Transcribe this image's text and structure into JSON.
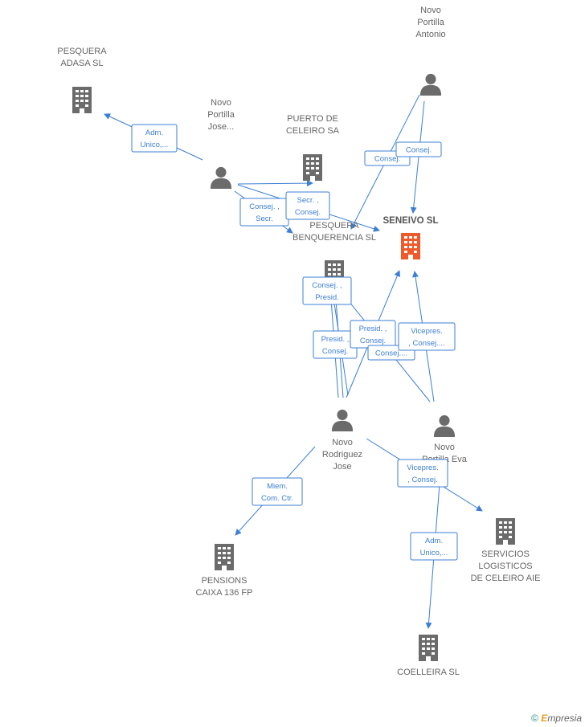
{
  "colors": {
    "edge": "#3b7fd4",
    "company": "#6b6b6b",
    "company_main": "#f0592a",
    "person": "#6b6b6b",
    "label": "#666666"
  },
  "nodes": [
    {
      "id": "seneivo",
      "type": "company",
      "main": true,
      "label": [
        "SENEIVO SL"
      ]
    },
    {
      "id": "adasa",
      "type": "company",
      "label": [
        "PESQUERA",
        "ADASA  SL"
      ]
    },
    {
      "id": "celeiro",
      "type": "company",
      "label": [
        "PUERTO DE",
        "CELEIRO SA"
      ]
    },
    {
      "id": "benquerencia",
      "type": "company",
      "label": [
        "PESQUERA",
        "BENQUERENCIA SL"
      ]
    },
    {
      "id": "pensions",
      "type": "company",
      "label": [
        "PENSIONS",
        "CAIXA 136 FP"
      ]
    },
    {
      "id": "servicios",
      "type": "company",
      "label": [
        "SERVICIOS",
        "LOGISTICOS",
        "DE CELEIRO AIE"
      ]
    },
    {
      "id": "coelleira",
      "type": "company",
      "label": [
        "COELLEIRA SL"
      ]
    },
    {
      "id": "antonio",
      "type": "person",
      "label": [
        "Novo",
        "Portilla",
        "Antonio"
      ]
    },
    {
      "id": "jose_p",
      "type": "person",
      "label": [
        "Novo",
        "Portilla",
        "Jose..."
      ]
    },
    {
      "id": "rodriguez",
      "type": "person",
      "label": [
        "Novo",
        "Rodriguez",
        "Jose"
      ]
    },
    {
      "id": "eva",
      "type": "person",
      "label": [
        "Novo",
        "Portilla Eva"
      ]
    }
  ],
  "relations": [
    {
      "id": "r_adm_adasa",
      "lines": [
        "Adm.",
        "Unico,..."
      ]
    },
    {
      "id": "r_consej_secr",
      "lines": [
        "Consej. ,",
        "Secr."
      ]
    },
    {
      "id": "r_secr_consej",
      "lines": [
        "Secr. ,",
        "Consej."
      ]
    },
    {
      "id": "r_consej_a1",
      "lines": [
        "Consej."
      ]
    },
    {
      "id": "r_consej_a2",
      "lines": [
        "Consej."
      ]
    },
    {
      "id": "r_consej_presid",
      "lines": [
        "Consej. ,",
        "Presid."
      ]
    },
    {
      "id": "r_presid_consej_a",
      "lines": [
        "Presid. ,",
        "Consej."
      ]
    },
    {
      "id": "r_presid_consej_b",
      "lines": [
        "Presid. ,",
        "Consej."
      ]
    },
    {
      "id": "r_consej_hidden",
      "lines": [
        "Consej...."
      ]
    },
    {
      "id": "r_vicepres_a",
      "lines": [
        "Vicepres.",
        ", Consej...."
      ]
    },
    {
      "id": "r_miem",
      "lines": [
        "Miem.",
        "Com. Ctr."
      ]
    },
    {
      "id": "r_vicepres_b",
      "lines": [
        "Vicepres.",
        ", Consej."
      ]
    },
    {
      "id": "r_adm_coelleira",
      "lines": [
        "Adm.",
        "Unico,..."
      ]
    }
  ],
  "footer": {
    "symbol": "©",
    "brand_initial": "E",
    "brand_rest": "mpresia"
  }
}
